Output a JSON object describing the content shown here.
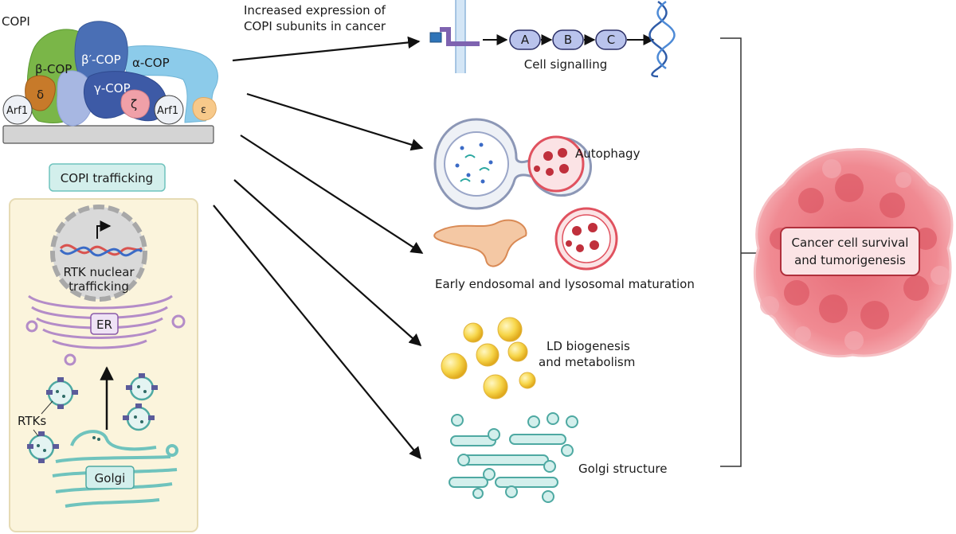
{
  "copi_complex": {
    "title": "COPI",
    "subunits": {
      "beta": "β-COP",
      "beta_prime": "β′-COP",
      "alpha": "α-COP",
      "gamma": "γ-COP",
      "delta": "δ",
      "zeta": "ζ",
      "epsilon": "ε",
      "arf1_left": "Arf1",
      "arf1_right": "Arf1"
    }
  },
  "trafficking_panel": {
    "title": "COPI trafficking",
    "nucleus_label_line1": "RTK nuclear",
    "nucleus_label_line2": "trafficking",
    "er_label": "ER",
    "rtks_label": "RTKs",
    "golgi_label": "Golgi"
  },
  "header_text": {
    "line1": "Increased expression of",
    "line2": "COPI subunits in cancer"
  },
  "signalling": {
    "nodes": [
      "A",
      "B",
      "C"
    ],
    "label": "Cell signalling"
  },
  "outcomes": {
    "autophagy": "Autophagy",
    "endosomal": "Early endosomal and lysosomal maturation",
    "ld_line1": "LD biogenesis",
    "ld_line2": "and metabolism",
    "golgi": "Golgi structure"
  },
  "result": {
    "line1": "Cancer cell survival",
    "line2": "and tumorigenesis"
  },
  "colors": {
    "beta_cop": "#7ab648",
    "beta_prime_cop": "#4a6fb5",
    "alpha_cop": "#8ccbea",
    "gamma_cop": "#3d5aa6",
    "delta": "#c77a2a",
    "zeta": "#f0a0a8",
    "epsilon": "#f7c98a",
    "panel_bg": "#fbf4dc",
    "panel_border": "#e6dbb4",
    "teal": "#6fc3bd",
    "teal_light": "#d3efec",
    "lysosome": "#e0525f",
    "droplet": "#f4c430",
    "tumor": "#e8707a",
    "result_border": "#b0303c",
    "result_fill": "#fbe3e5",
    "signal_node": "#b9c3ec"
  }
}
